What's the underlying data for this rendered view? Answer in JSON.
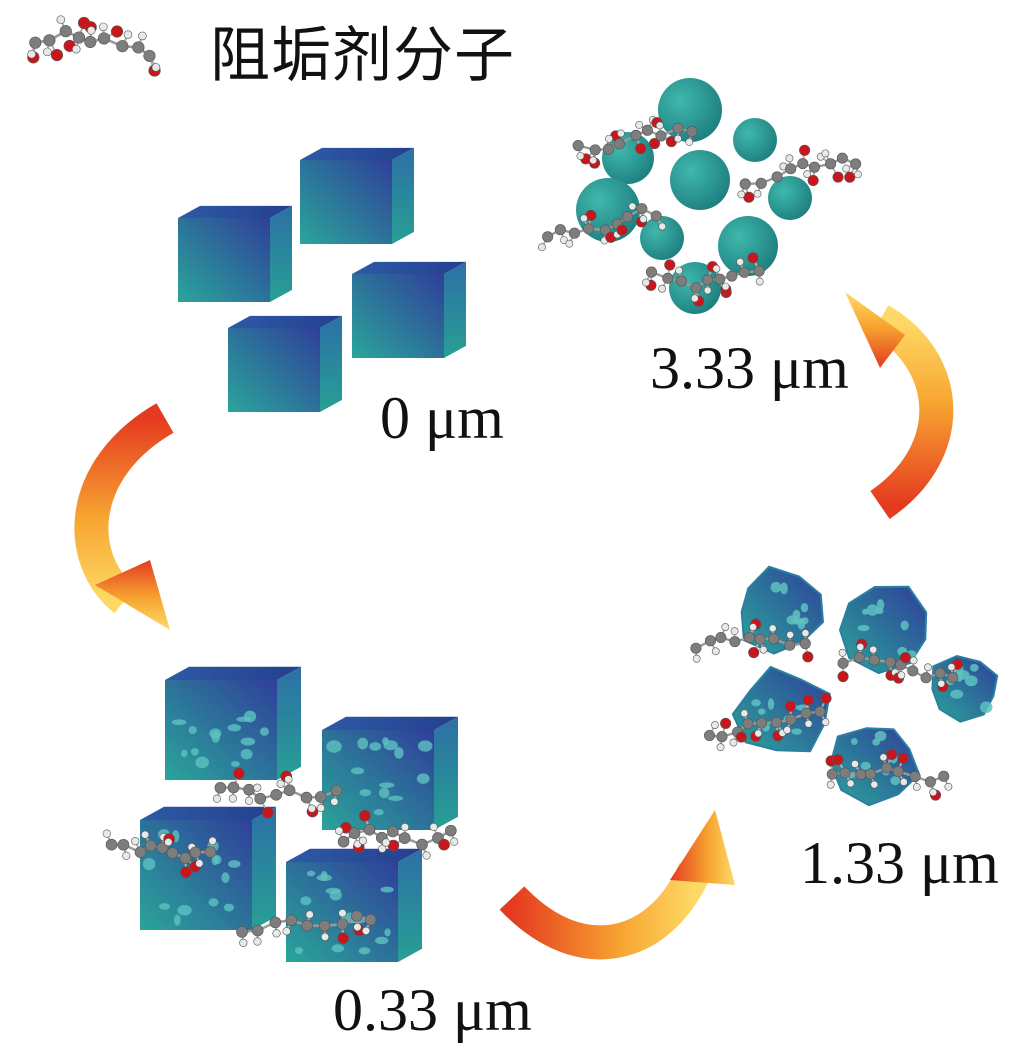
{
  "legend": {
    "label": "阻垢剂分子",
    "molecule_icon": "molecule-icon"
  },
  "stages": [
    {
      "id": "stage-0",
      "label": "0 μm",
      "icon": "intact-crystal-cubes-icon"
    },
    {
      "id": "stage-033",
      "label": "0.33 μm",
      "icon": "pitted-cubes-with-molecules-icon"
    },
    {
      "id": "stage-133",
      "label": "1.33 μm",
      "icon": "eroded-crystals-with-molecules-icon"
    },
    {
      "id": "stage-333",
      "label": "3.33 μm",
      "icon": "spherical-particles-with-molecules-icon"
    }
  ],
  "arrows": [
    {
      "from": "0 μm",
      "to": "0.33 μm",
      "icon": "curved-arrow-icon"
    },
    {
      "from": "0.33 μm",
      "to": "1.33 μm",
      "icon": "curved-arrow-icon"
    },
    {
      "from": "1.33 μm",
      "to": "3.33 μm",
      "icon": "curved-arrow-icon"
    }
  ],
  "colors": {
    "crystal_dark": "#2f3f9a",
    "crystal_light": "#2aa59a",
    "particle": "#27958e",
    "oxygen": "#c8171c",
    "carbon": "#7d7d7d",
    "hydrogen": "#e8e8e8",
    "arrow_start": "#ffe27a",
    "arrow_mid": "#f7a531",
    "arrow_end": "#e43a1f"
  }
}
